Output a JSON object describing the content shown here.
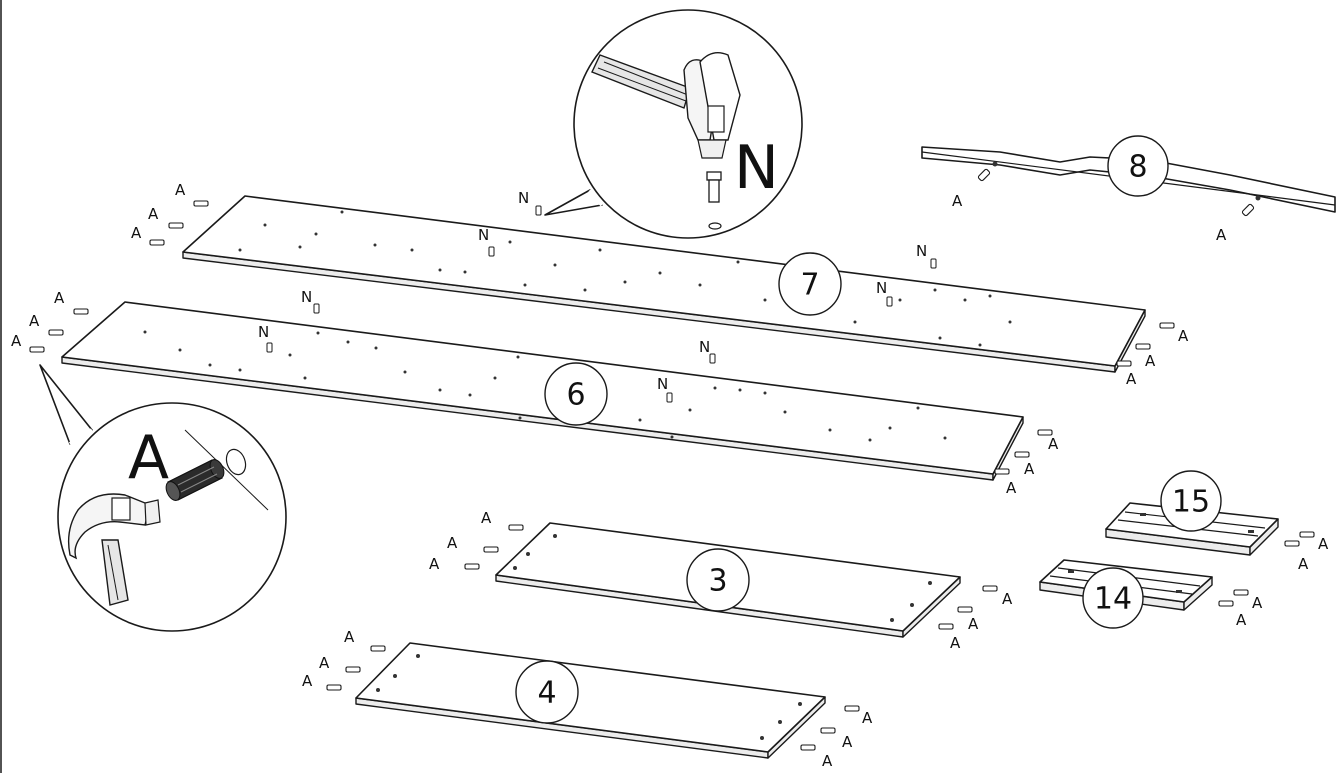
{
  "hardware": {
    "dowel_label": "A",
    "nail_label": "N"
  },
  "parts": {
    "p7": "7",
    "p6": "6",
    "p3": "3",
    "p4": "4",
    "p8": "8",
    "p15": "15",
    "p14": "14"
  },
  "callouts": {
    "nail_detail_label": "N",
    "dowel_detail_label": "A"
  }
}
